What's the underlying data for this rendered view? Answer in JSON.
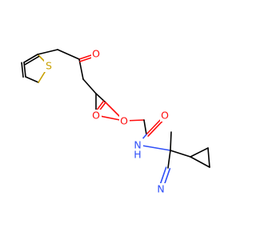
{
  "structure": {
    "atoms": [
      {
        "id": "S1",
        "label": "S",
        "color": "#c8a000"
      },
      {
        "id": "O1",
        "label": "O",
        "color": "#ff0d0d"
      },
      {
        "id": "O2",
        "label": "O",
        "color": "#ff0d0d"
      },
      {
        "id": "O3",
        "label": "O",
        "color": "#ff0d0d"
      },
      {
        "id": "O4",
        "label": "O",
        "color": "#ff0d0d"
      },
      {
        "id": "N1",
        "label": "H",
        "subLabel": "N",
        "color": "#3050f8"
      },
      {
        "id": "N2",
        "label": "N",
        "color": "#3050f8"
      }
    ],
    "colors": {
      "carbon": "#000000",
      "oxygen": "#ff0d0d",
      "nitrogen": "#3050f8",
      "sulfur": "#c8a000",
      "background": "#ffffff"
    }
  }
}
